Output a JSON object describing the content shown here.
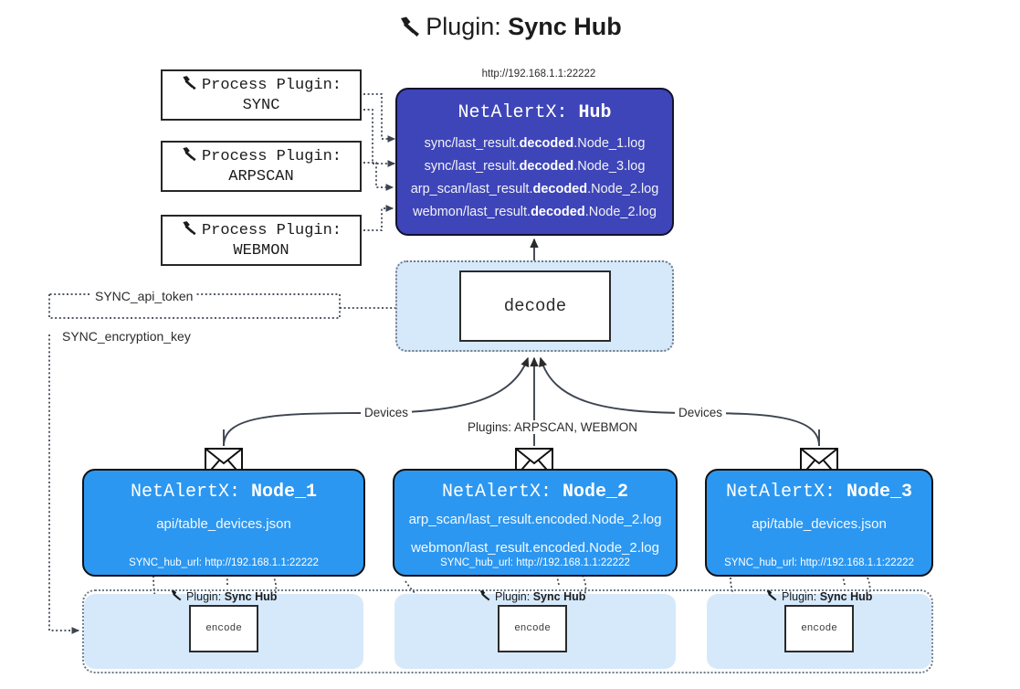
{
  "title": {
    "icon": "plug-icon",
    "prefix": "Plugin:",
    "name": "Sync Hub"
  },
  "process_plugins": [
    {
      "icon": "plug-icon",
      "label": "Process Plugin:",
      "plugin": "SYNC"
    },
    {
      "icon": "plug-icon",
      "label": "Process Plugin:",
      "plugin": "ARPSCAN"
    },
    {
      "icon": "plug-icon",
      "label": "Process Plugin:",
      "plugin": "WEBMON"
    }
  ],
  "hub": {
    "url": "http://192.168.1.1:22222",
    "title_prefix": "NetAlertX:",
    "title_name": "Hub",
    "files": [
      {
        "pre": "sync/last_result.",
        "em": "decoded",
        "post": ".Node_1.log"
      },
      {
        "pre": "sync/last_result.",
        "em": "decoded",
        "post": ".Node_3.log"
      },
      {
        "pre": "arp_scan/last_result.",
        "em": "decoded",
        "post": ".Node_2.log"
      },
      {
        "pre": "webmon/last_result.",
        "em": "decoded",
        "post": ".Node_2.log"
      }
    ]
  },
  "decode": {
    "label": "decode"
  },
  "keys": {
    "api_token": "SYNC_api_token",
    "encryption_key": "SYNC_encryption_key"
  },
  "edge_labels": {
    "devices_left": "Devices",
    "devices_right": "Devices",
    "plugins_center": "Plugins: ARPSCAN, WEBMON"
  },
  "nodes": [
    {
      "title_prefix": "NetAlertX:",
      "title_name": "Node_1",
      "lines": [
        "api/table_devices.json"
      ],
      "hub_url_label": "SYNC_hub_url: http://192.168.1.1:22222",
      "envelope_icon": "envelope-icon"
    },
    {
      "title_prefix": "NetAlertX:",
      "title_name": "Node_2",
      "lines": [
        "arp_scan/last_result.encoded.Node_2.log",
        "webmon/last_result.encoded.Node_2.log"
      ],
      "hub_url_label": "SYNC_hub_url: http://192.168.1.1:22222",
      "envelope_icon": "envelope-icon"
    },
    {
      "title_prefix": "NetAlertX:",
      "title_name": "Node_3",
      "lines": [
        "api/table_devices.json"
      ],
      "hub_url_label": "SYNC_hub_url: http://192.168.1.1:22222",
      "envelope_icon": "envelope-icon"
    }
  ],
  "encoders": [
    {
      "icon": "plug-icon",
      "caption_prefix": "Plugin:",
      "caption_name": "Sync Hub",
      "box_label": "encode"
    },
    {
      "icon": "plug-icon",
      "caption_prefix": "Plugin:",
      "caption_name": "Sync Hub",
      "box_label": "encode"
    },
    {
      "icon": "plug-icon",
      "caption_prefix": "Plugin:",
      "caption_name": "Sync Hub",
      "box_label": "encode"
    }
  ],
  "colors": {
    "hub_fill": "#3e45b8",
    "node_fill": "#2c97f0",
    "container_fill": "#d6e9fb",
    "edge": "#3c4450"
  }
}
